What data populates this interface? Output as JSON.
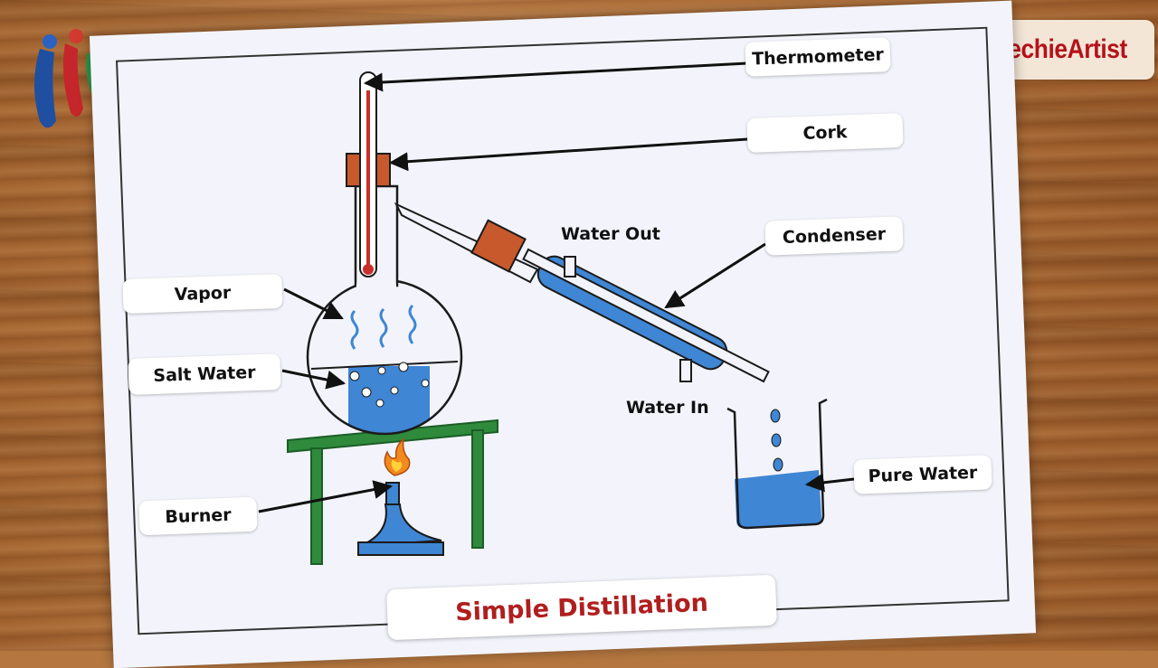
{
  "brand": {
    "name": "SimpleTechieArtist"
  },
  "title": "Simple Distillation",
  "labels": {
    "thermometer": "Thermometer",
    "cork": "Cork",
    "water_out": "Water Out",
    "condenser": "Condenser",
    "vapor": "Vapor",
    "salt_water": "Salt Water",
    "water_in": "Water In",
    "pure_water": "Pure Water",
    "burner": "Burner"
  },
  "colors": {
    "title_red": "#b01e1e",
    "brand_red": "#b5121b",
    "water_blue": "#3f86d4",
    "cork_orange": "#c8592c",
    "stand_green": "#2f8a3c",
    "thermometer_red": "#c9302c"
  }
}
